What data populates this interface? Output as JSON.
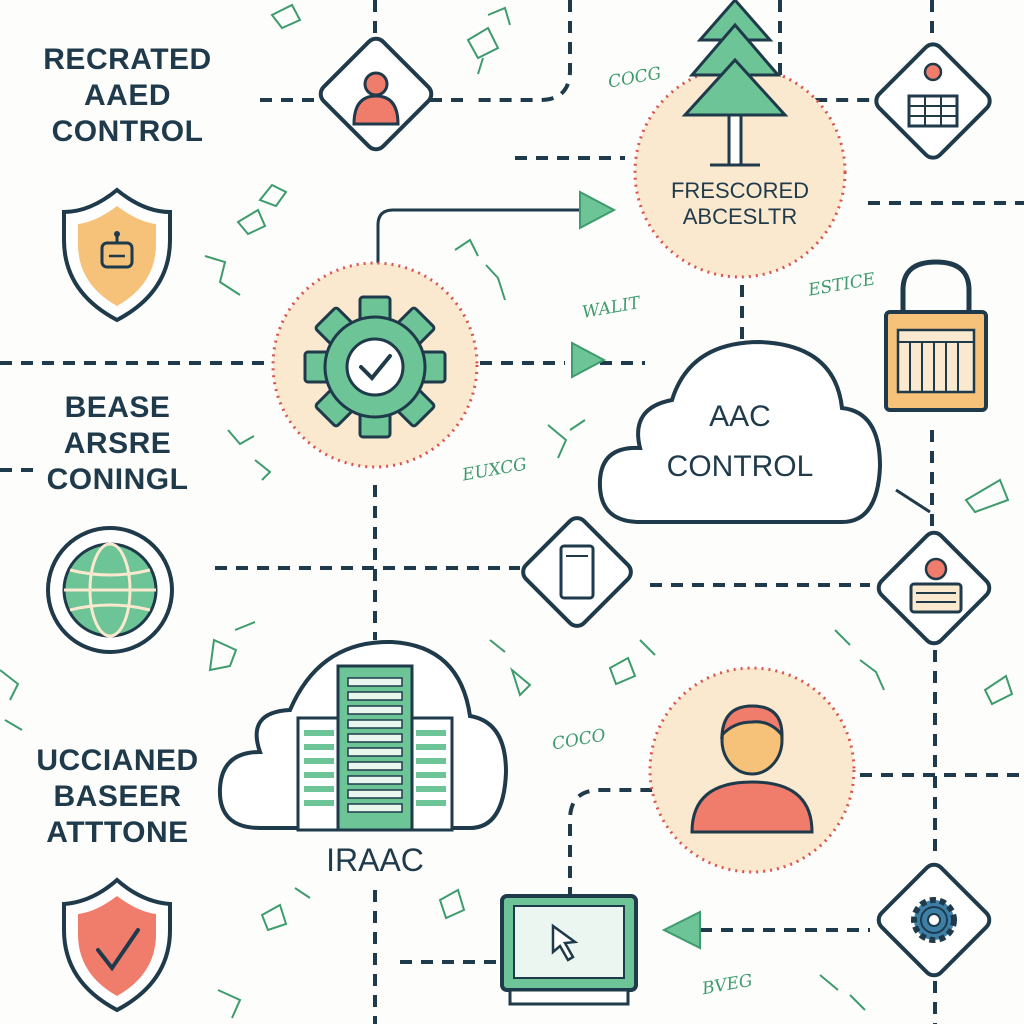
{
  "headings": {
    "top_left": [
      "RECRATED",
      "AAED",
      "CONTROL"
    ],
    "mid_left": [
      "BEASE",
      "ARSRE",
      "CONINGL"
    ],
    "bottom_left": [
      "UCCIANED",
      "BASEER",
      "ATTTONE"
    ]
  },
  "labels": {
    "tree_circle": [
      "FRESCORED",
      "ABCESLTR"
    ],
    "cloud": [
      "AAC",
      "CONTROL"
    ],
    "datacenter": "IRAAC"
  },
  "doodles": {
    "cocg": "COCG",
    "walit": "WALIT",
    "estice": "ESTICE",
    "euxcg": "EUXCG",
    "coco": "COCO",
    "bveg": "BVEG"
  },
  "icons": [
    "lock-user-icon",
    "spreadsheet-icon",
    "tree-icon",
    "shield-robot-icon",
    "gear-check-icon",
    "padlock-icon",
    "globe-icon",
    "document-icon",
    "id-card-icon",
    "server-icon",
    "user-icon",
    "monitor-cursor-icon",
    "gear-icon",
    "shield-check-icon"
  ],
  "colors": {
    "ink": "#1f3a4a",
    "green": "#3e9b6d",
    "green_fill": "#6cc497",
    "peach": "#fbe9cf",
    "red_dots": "#d9534f",
    "salmon": "#f07c6c",
    "amber": "#f6c27a"
  }
}
